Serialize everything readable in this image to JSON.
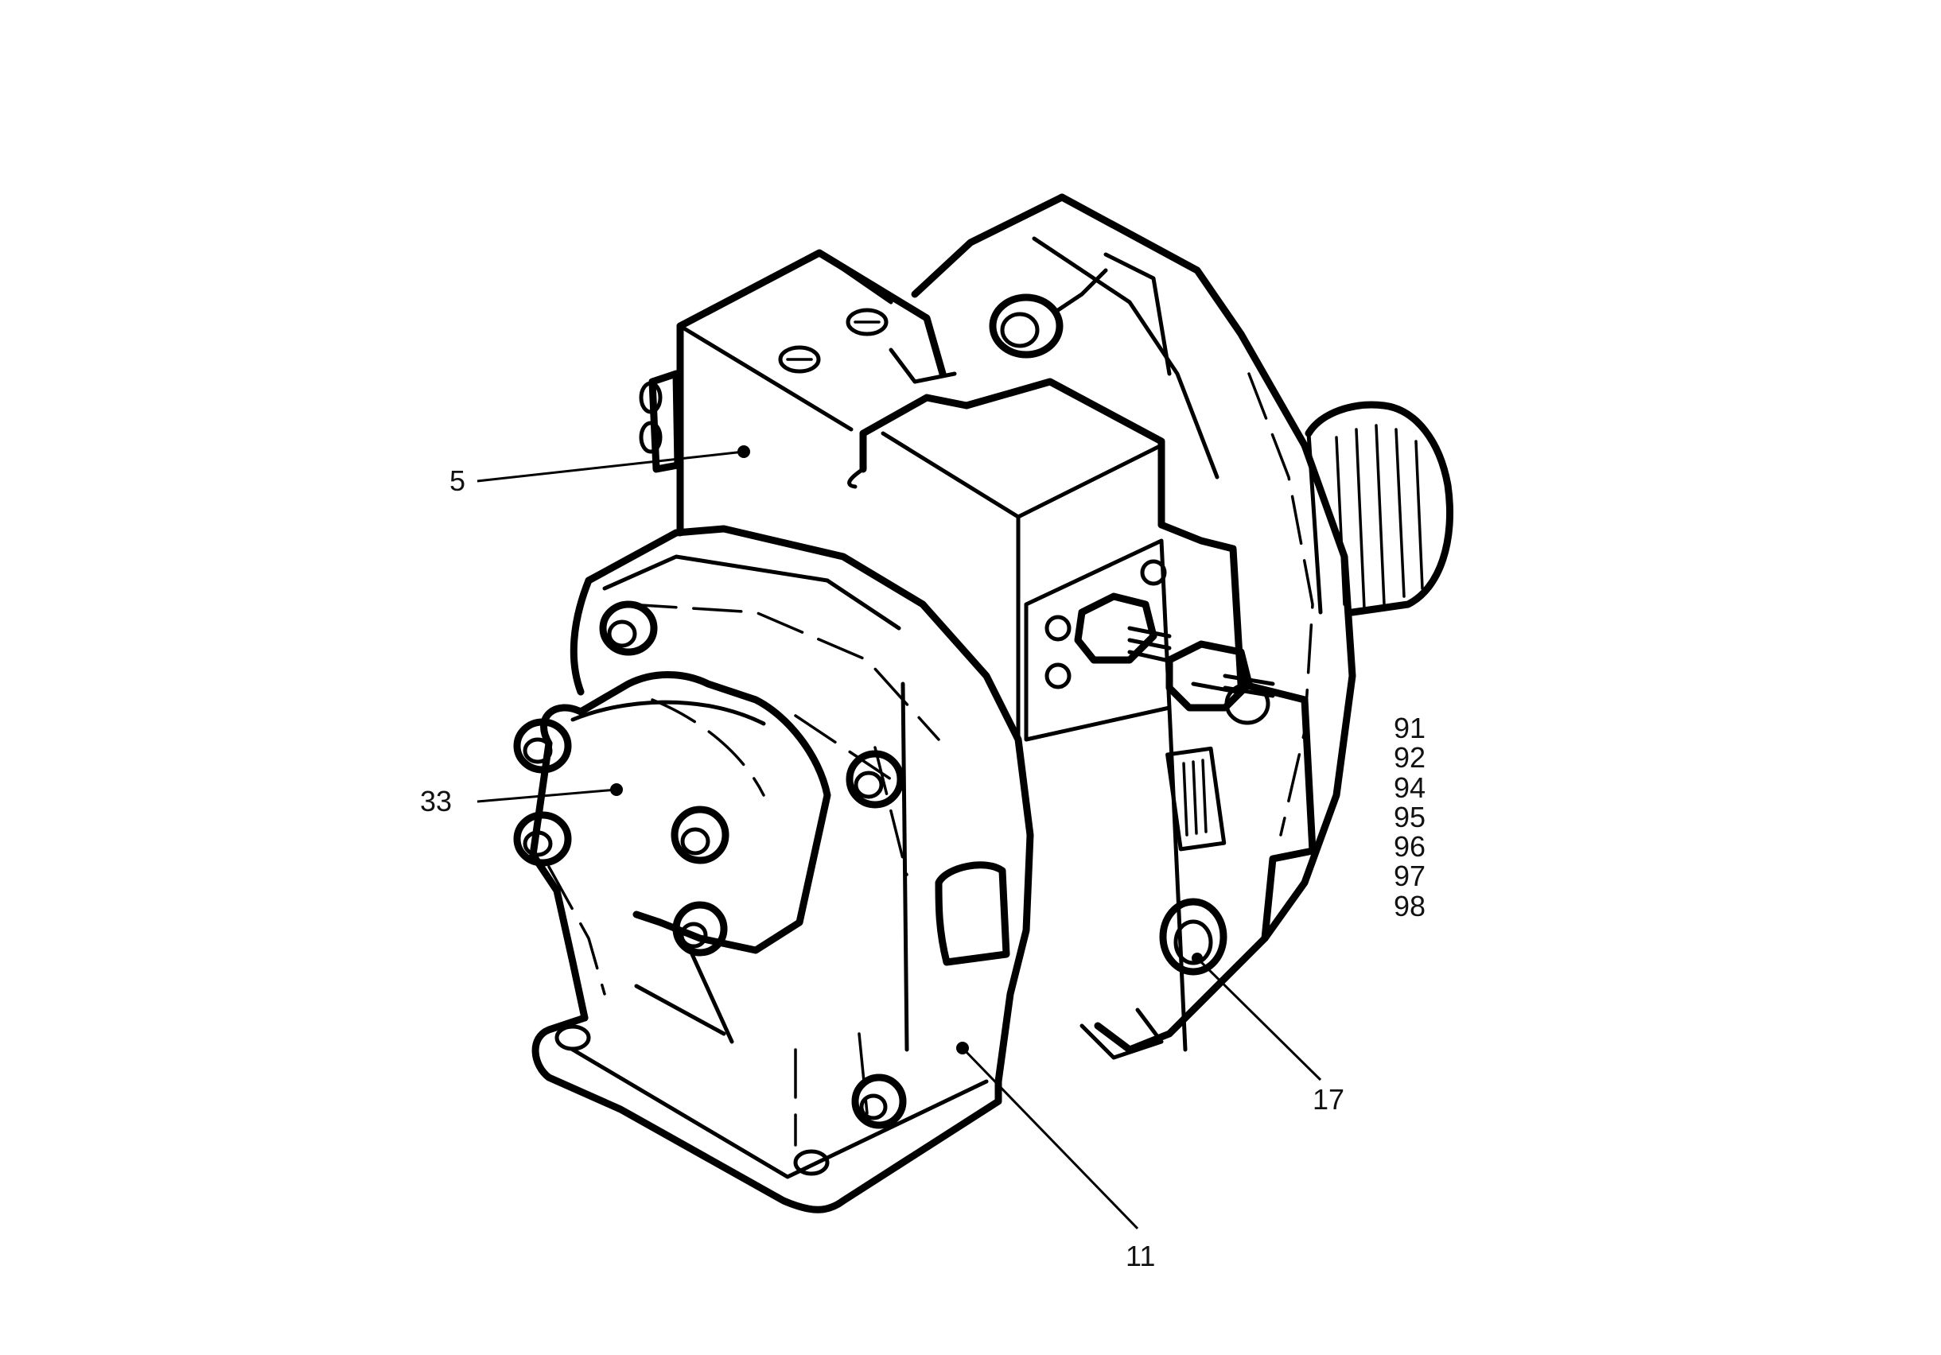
{
  "diagram": {
    "callouts": [
      {
        "id": "c5",
        "label": "5"
      },
      {
        "id": "c33",
        "label": "33"
      },
      {
        "id": "c11",
        "label": "11"
      },
      {
        "id": "c17",
        "label": "17"
      }
    ],
    "part_list": [
      "91",
      "92",
      "94",
      "95",
      "96",
      "97",
      "98"
    ]
  }
}
